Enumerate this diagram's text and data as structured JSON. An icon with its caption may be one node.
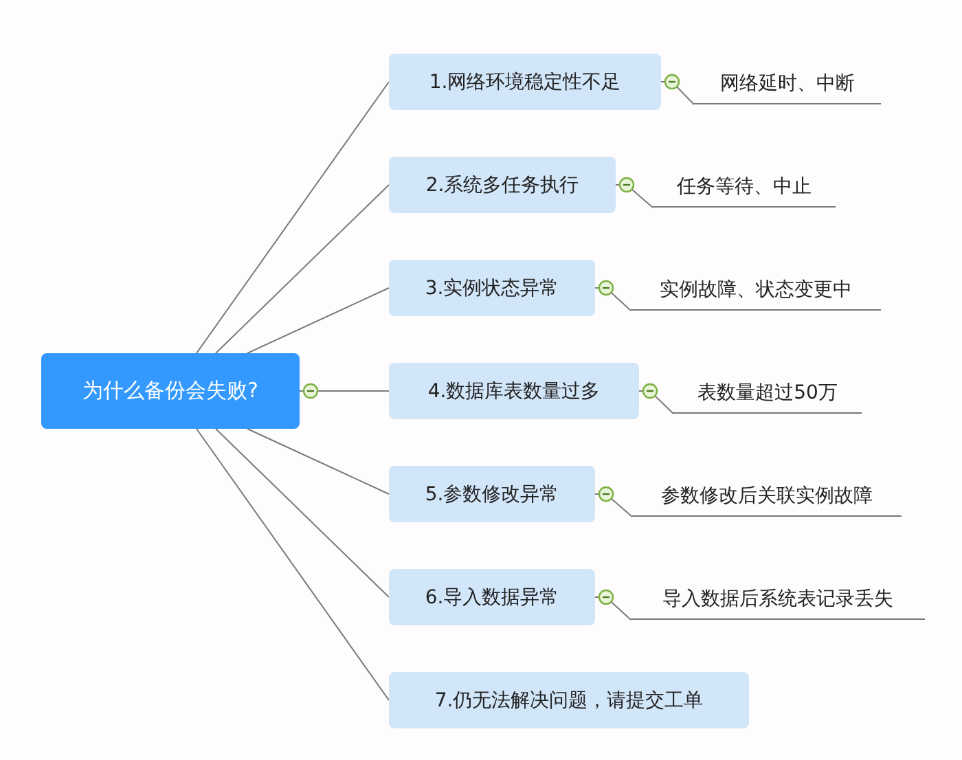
{
  "diagram": {
    "nodes": [
      {
        "text": [
          "为什么备份会失败?"
        ]
      },
      {
        "text": [
          "1.网络环境稳定性不足"
        ]
      },
      {
        "text": [
          "2.系统多任务执行"
        ]
      },
      {
        "text": [
          "3.实例状态异常"
        ]
      },
      {
        "text": [
          "4.数据库表数量过多"
        ]
      },
      {
        "text": [
          "5.参数修改异常"
        ]
      },
      {
        "text": [
          "6.导入数据异常"
        ]
      },
      {
        "text": [
          "7.仍无法解决问题，请提交工单"
        ]
      },
      {
        "text": [
          "网络延时、中断"
        ]
      },
      {
        "text": [
          "任务等待、中止"
        ]
      },
      {
        "text": [
          "实例故障、状态变更中"
        ]
      },
      {
        "text": [
          "表数量超过50万"
        ]
      },
      {
        "text": [
          "参数修改后关联实例故障"
        ]
      },
      {
        "text": [
          "导入数据后系统表记录丢失"
        ]
      }
    ],
    "edges": [
      {
        "from": 0,
        "to": 1,
        "arrow": "none"
      },
      {
        "from": 0,
        "to": 2,
        "arrow": "none"
      },
      {
        "from": 0,
        "to": 3,
        "arrow": "none"
      },
      {
        "from": 0,
        "to": 4,
        "arrow": "none"
      },
      {
        "from": 0,
        "to": 5,
        "arrow": "none"
      },
      {
        "from": 0,
        "to": 6,
        "arrow": "none"
      },
      {
        "from": 0,
        "to": 7,
        "arrow": "none"
      },
      {
        "from": 1,
        "to": 8,
        "arrow": "none"
      },
      {
        "from": 2,
        "to": 9,
        "arrow": "none"
      },
      {
        "from": 3,
        "to": 10,
        "arrow": "none"
      },
      {
        "from": 4,
        "to": 11,
        "arrow": "none"
      },
      {
        "from": 5,
        "to": 12,
        "arrow": "none"
      },
      {
        "from": 6,
        "to": 13,
        "arrow": "none"
      }
    ]
  }
}
